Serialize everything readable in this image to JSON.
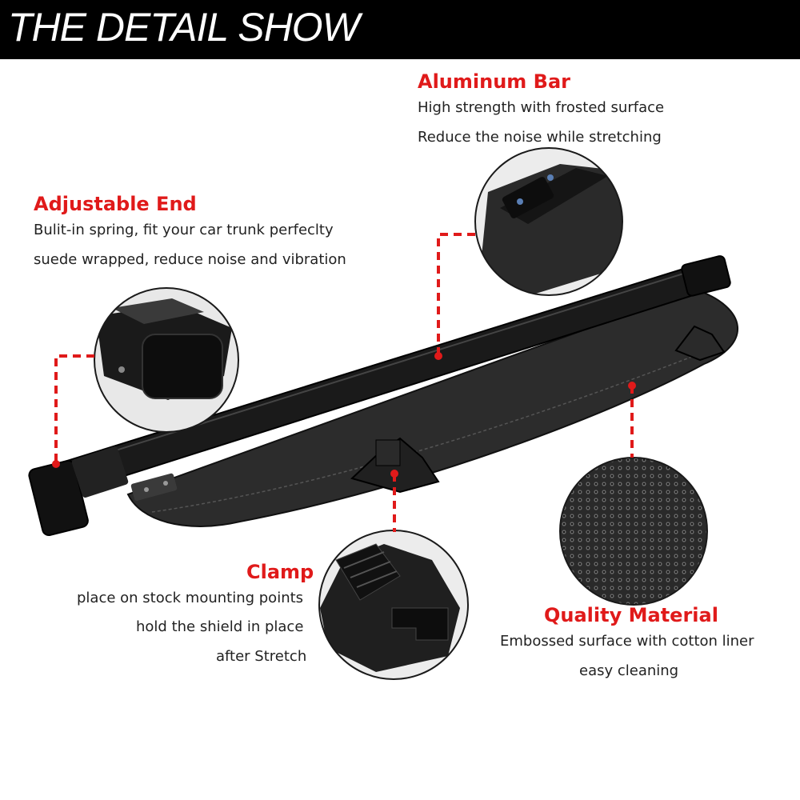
{
  "header": {
    "title": "THE DETAIL SHOW"
  },
  "features": {
    "aluminum_bar": {
      "title": "Aluminum Bar",
      "lines": [
        "High strength with frosted surface",
        "Reduce the noise while stretching"
      ]
    },
    "adjustable_end": {
      "title": "Adjustable End",
      "lines": [
        "Bulit-in spring, fit your car trunk perfeclty",
        "suede wrapped, reduce noise and vibration"
      ]
    },
    "clamp": {
      "title": "Clamp",
      "lines": [
        "place on stock mounting points",
        "hold the shield in place",
        "after Stretch"
      ]
    },
    "quality_material": {
      "title": "Quality Material",
      "lines": [
        "Embossed surface with cotton liner",
        "easy cleaning"
      ]
    }
  },
  "colors": {
    "header_bg": "#000000",
    "header_text": "#ffffff",
    "accent_red": "#e01a1a",
    "body_text": "#222222",
    "product": "#1c1c1c"
  }
}
